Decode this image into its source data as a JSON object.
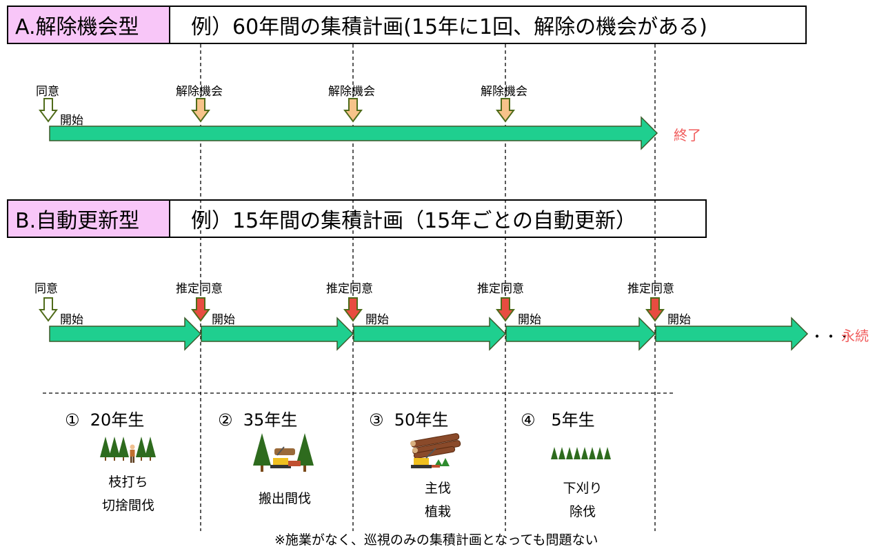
{
  "section_a": {
    "tag": "A.解除機会型",
    "title": "例）60年間の集積計画(15年に1回、解除の機会がある)",
    "agree_label": "同意",
    "start_label": "開始",
    "cancel_labels": [
      "解除機会",
      "解除機会",
      "解除機会"
    ],
    "end_label": "終了"
  },
  "section_b": {
    "tag": "B.自動更新型",
    "title": "例）15年間の集積計画（15年ごとの自動更新）",
    "agree_label": "同意",
    "start_label": "開始",
    "renewals": [
      {
        "agree": "推定同意",
        "start": "開始"
      },
      {
        "agree": "推定同意",
        "start": "開始"
      },
      {
        "agree": "推定同意",
        "start": "開始"
      },
      {
        "agree": "推定同意",
        "start": "開始"
      }
    ],
    "continue_dots": "・・・",
    "continue_label": "永続"
  },
  "stages": [
    {
      "num": "①",
      "age": "20年生",
      "work_line1": "枝打ち",
      "work_line2": "切捨間伐",
      "illustration": "trees-with-worker"
    },
    {
      "num": "②",
      "age": "35年生",
      "work_line1": "搬出間伐",
      "work_line2": "",
      "illustration": "trees-with-machine"
    },
    {
      "num": "③",
      "age": "50年生",
      "work_line1": "主伐",
      "work_line2": "植栽",
      "illustration": "logs-with-machine"
    },
    {
      "num": "④",
      "age": "5年生",
      "work_line1": "下刈り",
      "work_line2": "除伐",
      "illustration": "seedlings"
    }
  ],
  "footnote": "※施業がなく、巡視のみの集積計画となっても問題ない",
  "colors": {
    "tag_bg": "#f8c6f8",
    "timeline_arrow": "#1fcf8f",
    "agree_arrow": "#ffffff",
    "agree_arrow_stroke": "#4f6b1a",
    "cancel_arrow": "#f7c38a",
    "renew_arrow": "#e84c40",
    "end_text": "#f05a5a"
  }
}
